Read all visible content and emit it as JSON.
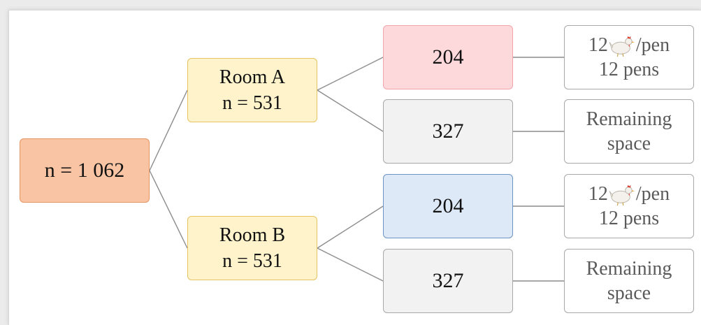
{
  "root": {
    "label": "n = 1 062"
  },
  "rooms": [
    {
      "name": "Room A",
      "n": "n = 531"
    },
    {
      "name": "Room B",
      "n": "n = 531"
    }
  ],
  "groups": [
    {
      "count": "204",
      "fill": "#fdd9dc",
      "stroke": "#f2a4ab"
    },
    {
      "count": "327",
      "fill": "#f2f2f2",
      "stroke": "#a8a8a8"
    },
    {
      "count": "204",
      "fill": "#dde9f6",
      "stroke": "#6c93c4"
    },
    {
      "count": "327",
      "fill": "#f2f2f2",
      "stroke": "#a8a8a8"
    }
  ],
  "notes": [
    {
      "number": "12",
      "icon": "chicken-icon",
      "per": "/pen",
      "line2": "12 pens"
    },
    {
      "line1": "Remaining",
      "line2": "space"
    },
    {
      "number": "12",
      "icon": "chicken-icon",
      "per": "/pen",
      "line2": "12 pens"
    },
    {
      "line1": "Remaining",
      "line2": "space"
    }
  ]
}
